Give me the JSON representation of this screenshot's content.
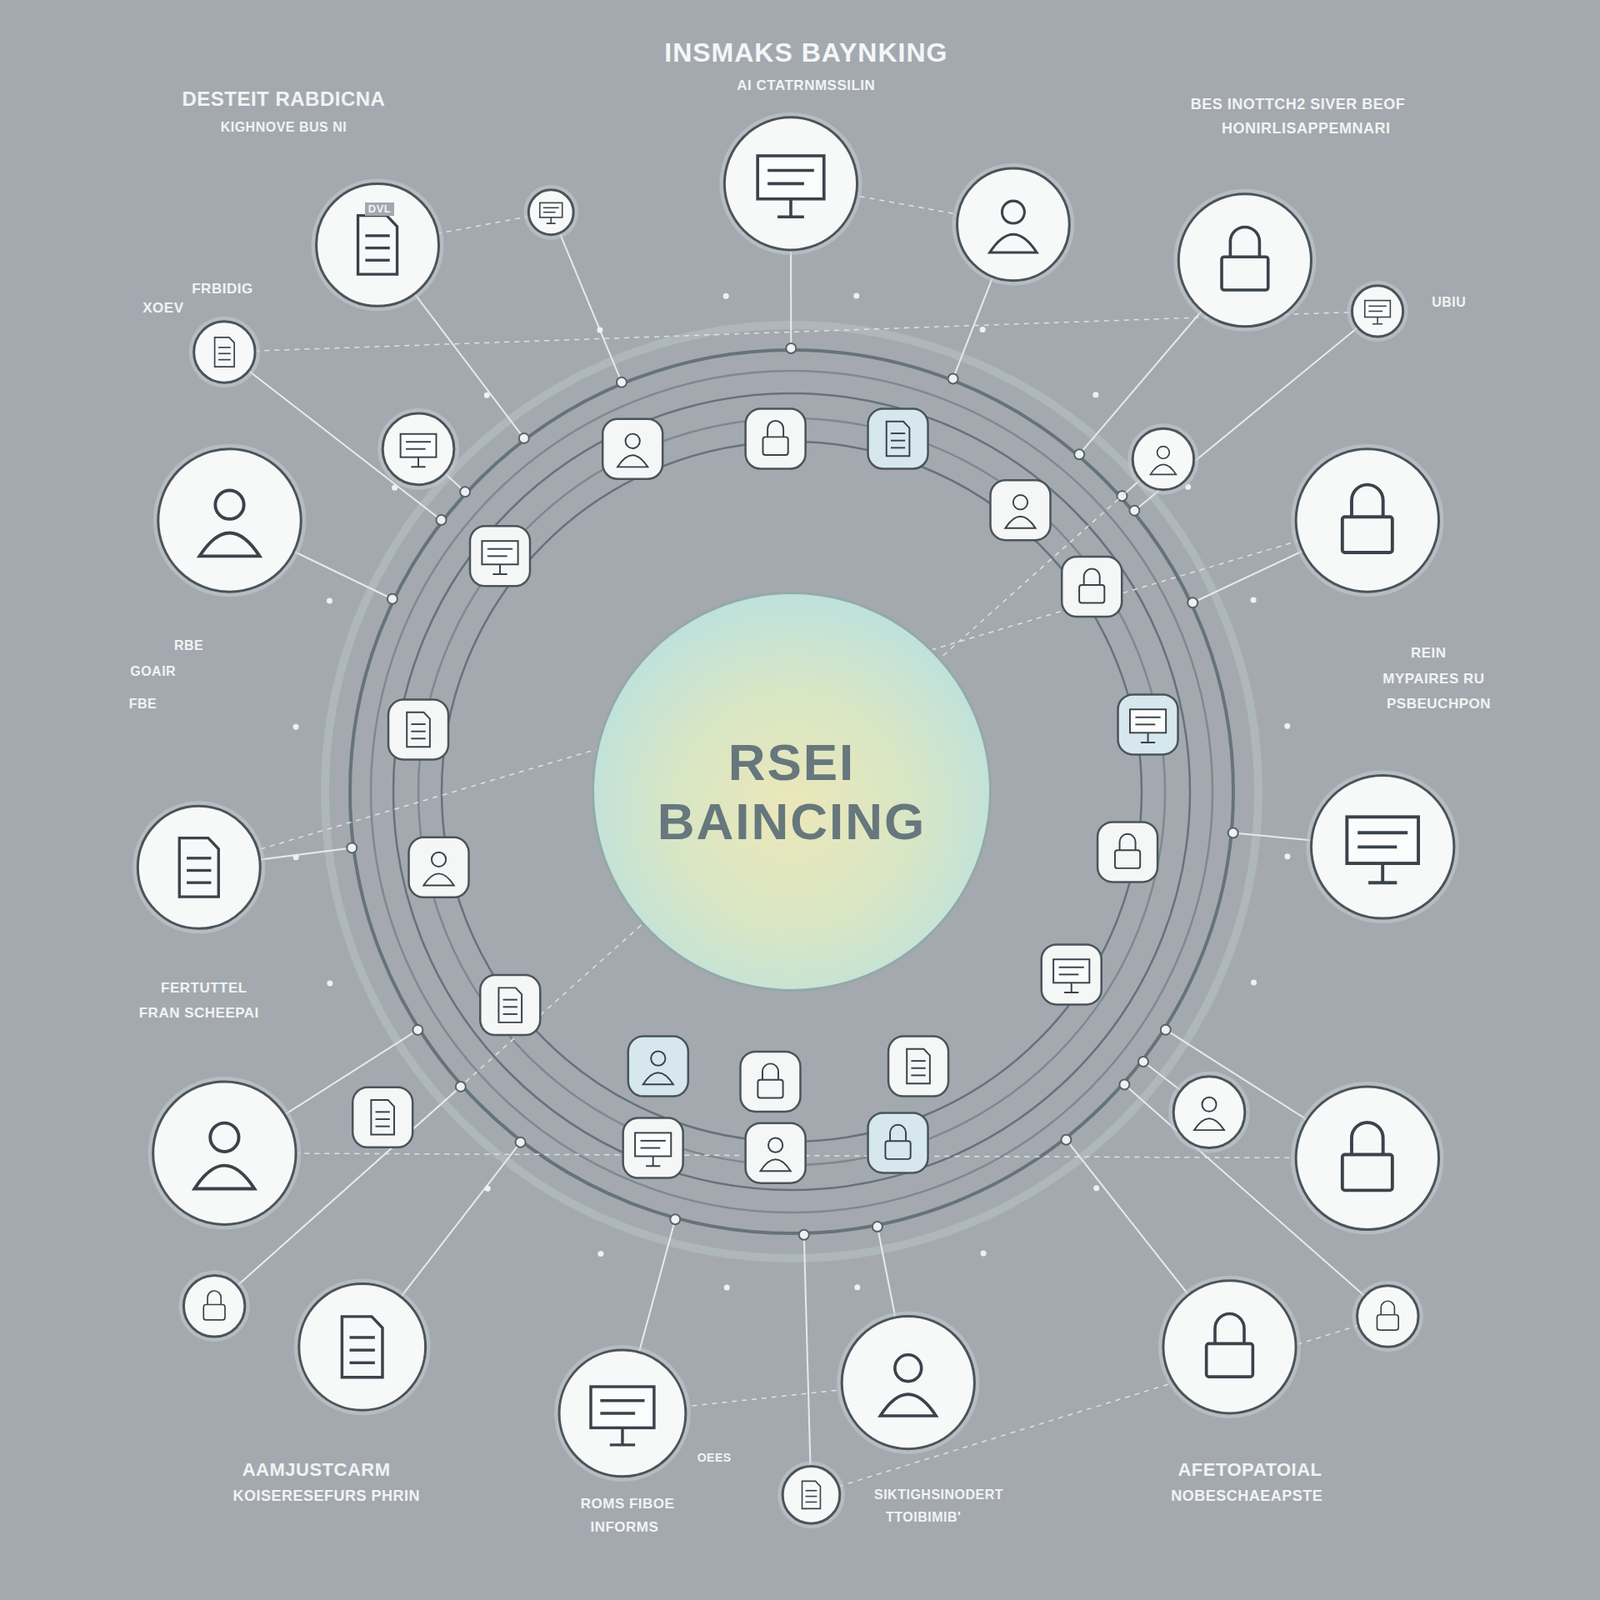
{
  "diagram": {
    "title": "INSMAKS BAYNKING",
    "nodes": [
      {
        "text": [
          "RSEI BAINCING"
        ]
      }
    ],
    "labels": [
      "AI CTATRNMSSILIN",
      "DESTEIT RABDICNA",
      "KIGHNOVE BUS NI",
      "BES INOTTCH2 SIVER BEOF",
      "HONIRLISAPPEMNARI",
      "FRBIDIG",
      "XOEV",
      "UBIU",
      "RBE",
      "GOAIR",
      "FBE",
      "REIN",
      "MYPAIRES RU",
      "PSBEUCHPON",
      "FERTUTTEL",
      "FRAN SCHEEPAI",
      "AAMJUSTCARM",
      "KOISERESEFURS PHRIN",
      "OEES",
      "ROMS FIBOE",
      "INFORMS",
      "SIKTIGHSINODERT",
      "TTOIBIMIB'",
      "AFETOPATOIAL",
      "NOBESCHAEAPSTE",
      "DVL"
    ]
  }
}
